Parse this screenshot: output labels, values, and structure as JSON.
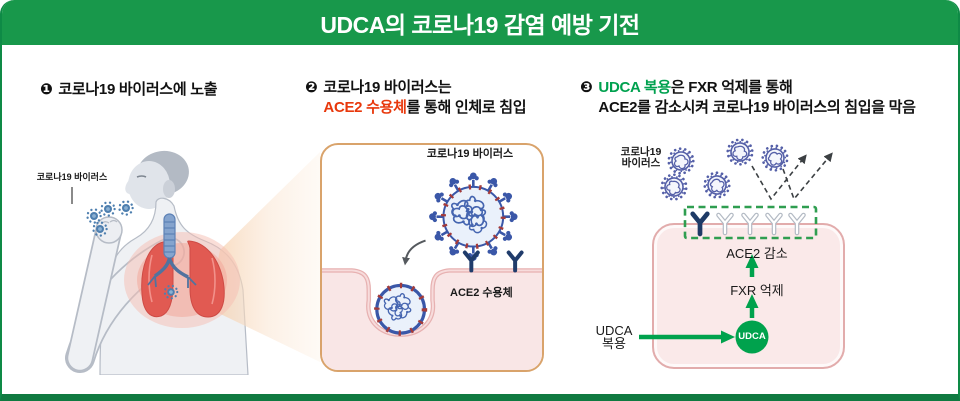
{
  "header": {
    "title": "UDCA의 코로나19 감염 예방 기전"
  },
  "steps": [
    {
      "badge": "❶",
      "line1": "코로나19 바이러스에 노출"
    },
    {
      "badge": "❷",
      "line1": "코로나19 바이러스는",
      "highlight": "ACE2 수용체",
      "line2_rest": "를 통해 인체로 침입"
    },
    {
      "badge": "❸",
      "highlight": "UDCA 복용",
      "line1_rest": "은 FXR 억제를 통해",
      "line2": "ACE2를 감소시켜 코로나19 바이러스의 침입을 막음"
    }
  ],
  "panel1": {
    "virus_label": "코로나19 바이러스"
  },
  "panel2": {
    "virus_label": "코로나19 바이러스",
    "receptor_label": "ACE2 수용체"
  },
  "panel3": {
    "virus_label_line1": "코로나19",
    "virus_label_line2": "바이러스",
    "ace2_decrease": "ACE2 감소",
    "fxr_inhibition": "FXR 억제",
    "udca_badge": "UDCA",
    "intake_line1": "UDCA",
    "intake_line2": "복용"
  },
  "colors": {
    "header_green": "#18984B",
    "frame_green": "#0E8A46",
    "footer_green": "#107A41",
    "accent_green": "#00A24D",
    "highlight_red": "#E8380C",
    "highlight_green_text": "#00A14F",
    "virus_blue": "#3A57A8",
    "steel_blue_virus": "#4E7FAF",
    "receptor_navy": "#203C6B",
    "cell_pink_fill": "#FAE9E9",
    "membrane_pink": "#E7B1B1",
    "panel2_border_tan": "#D9A36B",
    "dashed_box_green": "#2F9E50"
  }
}
